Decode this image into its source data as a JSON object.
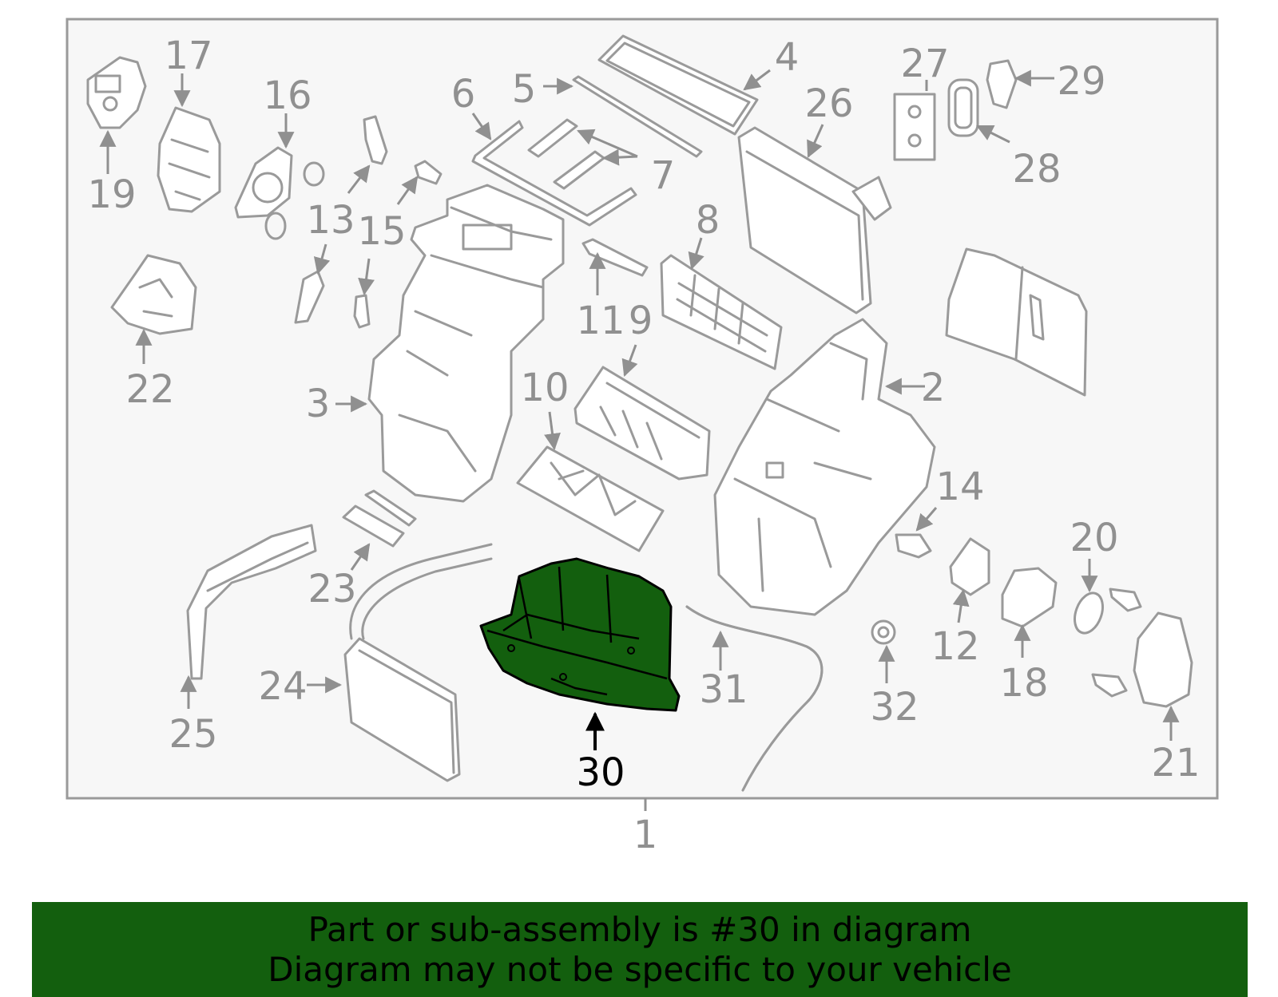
{
  "colors": {
    "highlight": "#135f0e",
    "outline": "#9a9a9a",
    "label": "#909090",
    "frame_bg": "#f7f7f7"
  },
  "highlighted_part": "30",
  "labels": {
    "p1": "1",
    "p2": "2",
    "p3": "3",
    "p4": "4",
    "p5": "5",
    "p6": "6",
    "p7": "7",
    "p8": "8",
    "p9": "9",
    "p10": "10",
    "p11": "11",
    "p12": "12",
    "p13": "13",
    "p14": "14",
    "p15": "15",
    "p16": "16",
    "p17": "17",
    "p18": "18",
    "p19": "19",
    "p20": "20",
    "p21": "21",
    "p22": "22",
    "p23": "23",
    "p24": "24",
    "p25": "25",
    "p26": "26",
    "p27": "27",
    "p28": "28",
    "p29": "29",
    "p30": "30",
    "p31": "31",
    "p32": "32"
  },
  "banner": {
    "line1": "Part or sub-assembly is #30 in diagram",
    "line2": "Diagram may not be specific to your vehicle"
  }
}
